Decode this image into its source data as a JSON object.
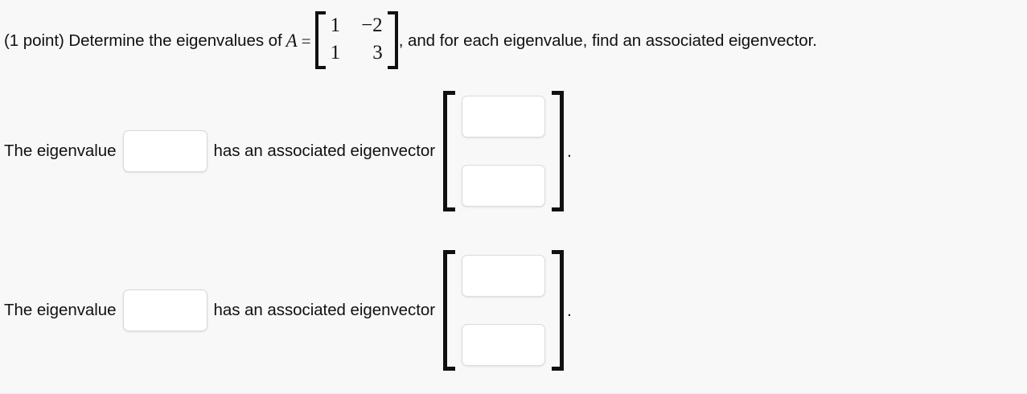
{
  "problem": {
    "prefix": "(1 point) Determine the eigenvalues of",
    "variable": "A",
    "equals": "=",
    "matrix": {
      "rows": [
        [
          "1",
          "−2"
        ],
        [
          "1",
          "3"
        ]
      ]
    },
    "suffix": ", and for each eigenvalue, find an associated eigenvector."
  },
  "answers": [
    {
      "lead_label": "The eigenvalue",
      "eigenvalue_input": {
        "value": "",
        "placeholder": ""
      },
      "mid_label": "has an associated eigenvector",
      "vector_inputs": [
        {
          "value": "",
          "placeholder": ""
        },
        {
          "value": "",
          "placeholder": ""
        }
      ],
      "trailing": "."
    },
    {
      "lead_label": "The eigenvalue",
      "eigenvalue_input": {
        "value": "",
        "placeholder": ""
      },
      "mid_label": "has an associated eigenvector",
      "vector_inputs": [
        {
          "value": "",
          "placeholder": ""
        },
        {
          "value": "",
          "placeholder": ""
        }
      ],
      "trailing": "."
    }
  ],
  "colors": {
    "background": "#f8f8f8",
    "text": "#111111",
    "input_background": "#ffffff",
    "input_border": "#d8d8d8",
    "bracket": "#111111"
  }
}
